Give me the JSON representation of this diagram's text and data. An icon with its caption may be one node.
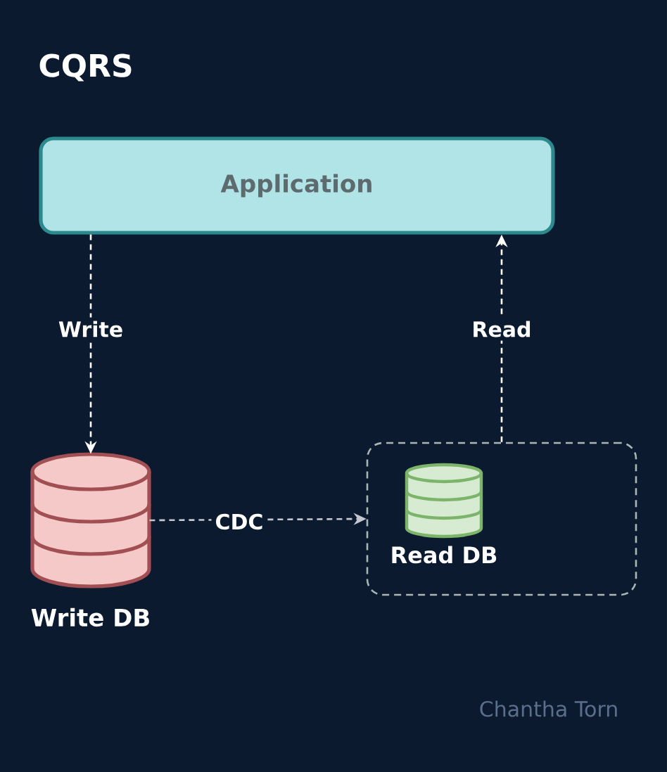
{
  "diagram": {
    "title": "CQRS",
    "nodes": [
      {
        "text": [
          "Application"
        ]
      },
      {
        "text": [
          "Write DB"
        ]
      },
      {
        "text": [],
        "shape": "box"
      },
      {
        "text": [
          "Read DB"
        ],
        "in": 2
      }
    ],
    "edges": [
      {
        "from": 0,
        "to": 1,
        "arrow": "to",
        "label": "Write",
        "style": "dashed"
      },
      {
        "from": 1,
        "to": 2,
        "arrow": "to",
        "label": "CDC",
        "style": "dashed",
        "color": "#c4c8ce"
      },
      {
        "from": 2,
        "to": 0,
        "arrow": "to",
        "label": "Read",
        "style": "dashed"
      }
    ],
    "labels": [
      "Chantha Torn"
    ]
  }
}
